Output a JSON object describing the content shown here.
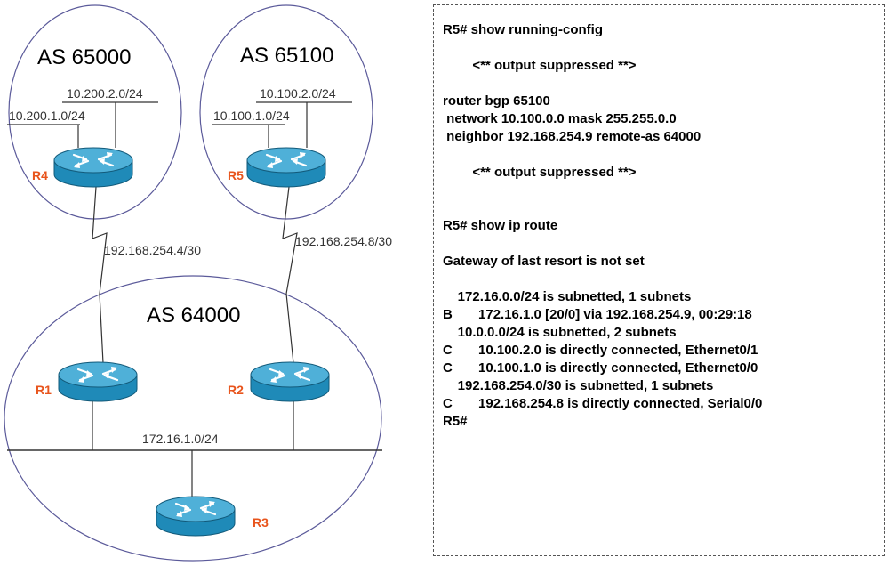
{
  "diagram": {
    "as_areas": [
      {
        "label": "AS 65000"
      },
      {
        "label": "AS 65100"
      },
      {
        "label": "AS 64000"
      }
    ],
    "routers": [
      {
        "label": "R4"
      },
      {
        "label": "R5"
      },
      {
        "label": "R1"
      },
      {
        "label": "R2"
      },
      {
        "label": "R3"
      }
    ],
    "networks": {
      "r4_lan_a": "10.200.1.0/24",
      "r4_lan_b": "10.200.2.0/24",
      "r5_lan_a": "10.100.1.0/24",
      "r5_lan_b": "10.100.2.0/24",
      "link_r4_r1": "192.168.254.4/30",
      "link_r5_r2": "192.168.254.8/30",
      "as64000_lan": "172.16.1.0/24"
    },
    "colors": {
      "router_body": "#1f8ab8",
      "router_top": "#4fb0d8",
      "router_label": "#e8541c",
      "as_boundary": "#5b5a9a"
    }
  },
  "config": {
    "lines": [
      "R5# show running-config",
      "        <** output suppressed **>",
      "router bgp 65100",
      " network 10.100.0.0 mask 255.255.0.0",
      " neighbor 192.168.254.9 remote-as 64000",
      "        <** output suppressed **>",
      "R5# show ip route",
      "Gateway of last resort is not set",
      "    172.16.0.0/24 is subnetted, 1 subnets",
      "B       172.16.1.0 [20/0] via 192.168.254.9, 00:29:18",
      "    10.0.0.0/24 is subnetted, 2 subnets",
      "C       10.100.2.0 is directly connected, Ethernet0/1",
      "C       10.100.1.0 is directly connected, Ethernet0/0",
      "    192.168.254.0/30 is subnetted, 1 subnets",
      "C       192.168.254.8 is directly connected, Serial0/0",
      "R5#"
    ]
  }
}
